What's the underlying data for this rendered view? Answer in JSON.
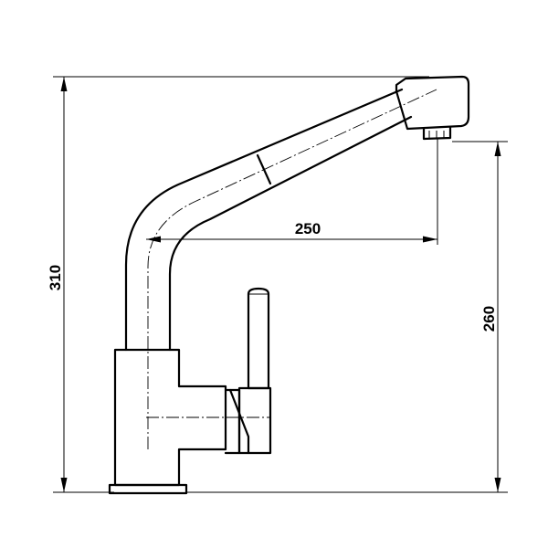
{
  "dimensions": {
    "overall_height": "310",
    "spout_reach": "250",
    "outlet_height": "260"
  },
  "colors": {
    "line": "#000000",
    "background": "#ffffff"
  }
}
